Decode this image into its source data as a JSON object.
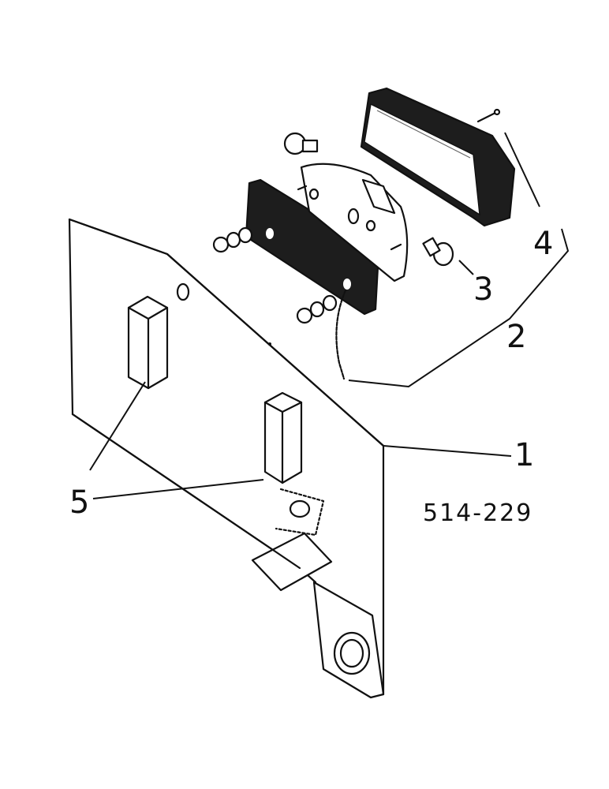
{
  "drawing": {
    "figure_number": "514-229",
    "callouts": [
      {
        "id": "part-1",
        "label": "1"
      },
      {
        "id": "part-2",
        "label": "2"
      },
      {
        "id": "part-3",
        "label": "3"
      },
      {
        "id": "part-4",
        "label": "4"
      },
      {
        "id": "part-5",
        "label": "5"
      }
    ]
  },
  "colors": {
    "ink": "#111111",
    "paper": "#ffffff"
  }
}
